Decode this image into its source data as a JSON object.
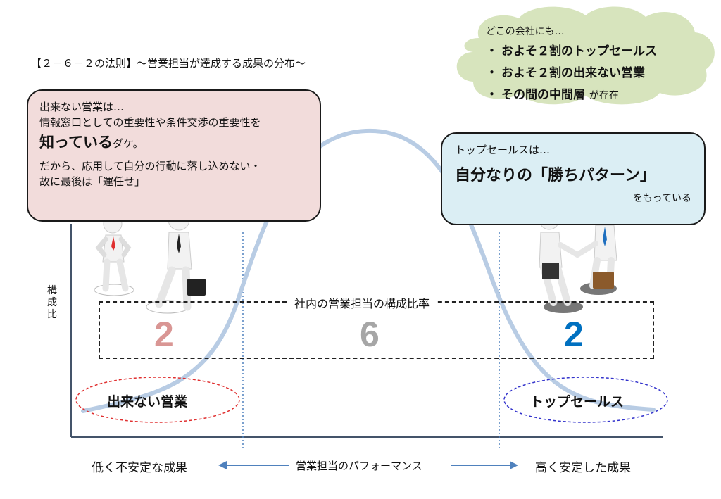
{
  "title": "【２－６－２の法則】～営業担当が達成する成果の分布～",
  "cloud": {
    "intro": "どこの会社にも…",
    "bullet": "・",
    "items": [
      {
        "text": "およそ２割のトップセールス",
        "tail": ""
      },
      {
        "text": "およそ２割の出来ない営業",
        "tail": ""
      },
      {
        "text": "その間の中間層",
        "tail": "が存在"
      }
    ]
  },
  "left_box": {
    "line1": "出来ない営業は…",
    "line2": "情報窓口としての重要性や条件交渉の重要性を",
    "line3_big": "知っている",
    "line3_small": "ダケ。",
    "line4": "だから、応用して自分の行動に落し込めない・",
    "line5": "故に最後は「運任せ」"
  },
  "right_box": {
    "line1": "トップセールスは…",
    "line2": "自分なりの「勝ちパターン」",
    "line3": "をもっている"
  },
  "y_axis_label": [
    "構",
    "成",
    "比"
  ],
  "ratio": {
    "title": "社内の営業担当の構成比率",
    "left": "2",
    "middle": "6",
    "right": "2"
  },
  "ellipses": {
    "left": "出来ない営業",
    "right": "トップセールス"
  },
  "bottom": {
    "left": "低く不安定な成果",
    "middle": "営業担当のパフォーマンス",
    "right": "高く安定した成果"
  },
  "colors": {
    "left_box_fill": "#f2dcdb",
    "right_box_fill": "#dbeef4",
    "cloud_fill": "#d7e4bd",
    "curve": "#b8cce4",
    "left_number": "#d99694",
    "middle_number": "#a6a6a6",
    "right_number": "#0070c0",
    "left_ellipse": "#e03030",
    "right_ellipse": "#3333cc",
    "arrow": "#4f81bd"
  }
}
